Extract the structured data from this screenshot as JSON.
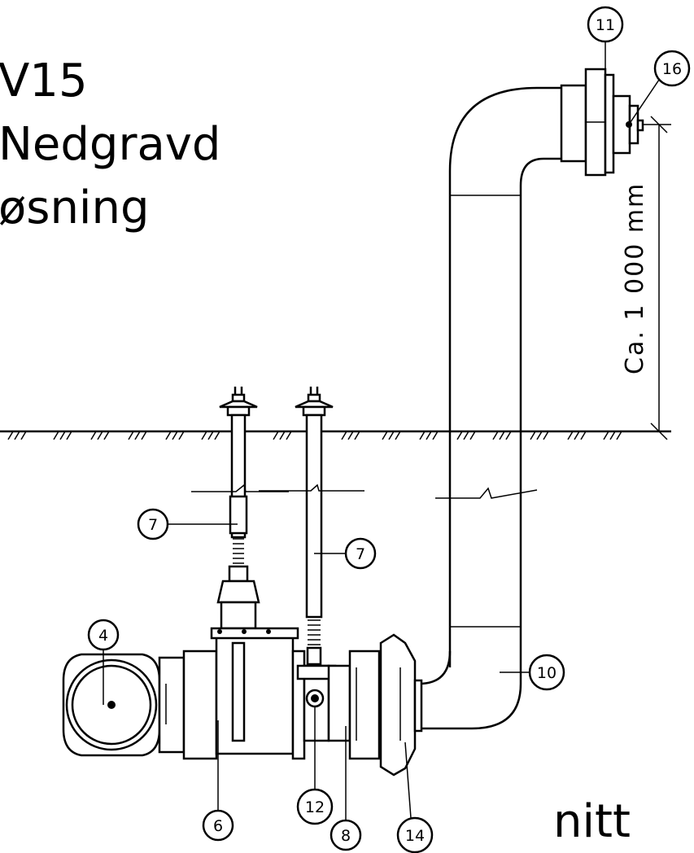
{
  "title": {
    "line1": "V15",
    "line2": "Nedgravd",
    "line3": "øsning"
  },
  "section_label": "nitt",
  "dimension_label": "Ca. 1 000 mm",
  "callouts": {
    "c4": "4",
    "c6": "6",
    "c7a": "7",
    "c7b": "7",
    "c8": "8",
    "c10": "10",
    "c11": "11",
    "c12": "12",
    "c14": "14",
    "c16": "16"
  }
}
